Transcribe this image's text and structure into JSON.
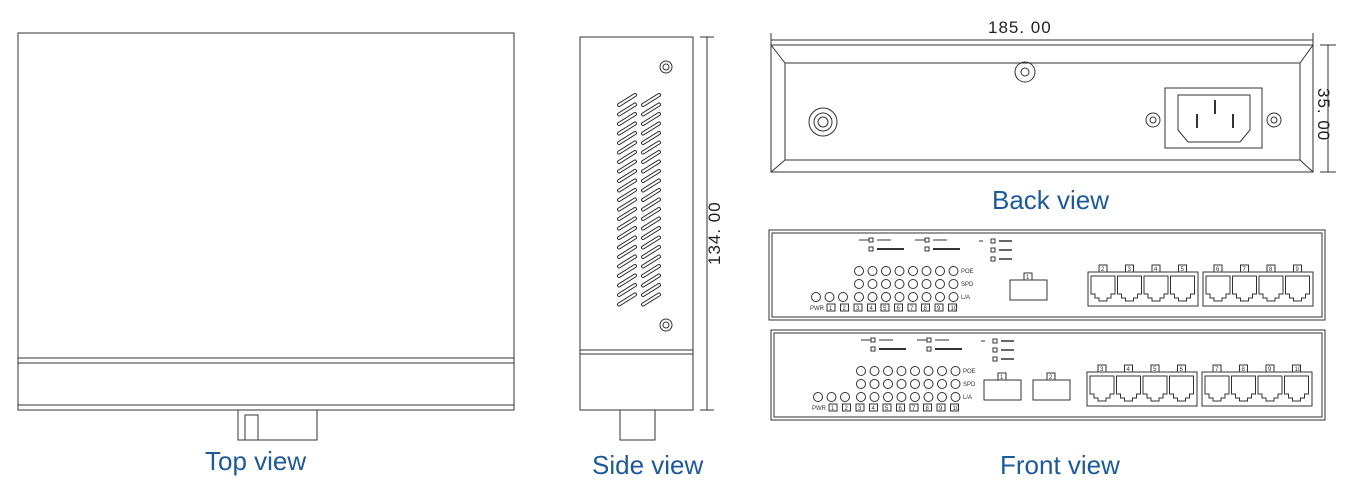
{
  "captions": {
    "top": "Top view",
    "side": "Side view",
    "back": "Back view",
    "front": "Front view"
  },
  "dimensions": {
    "width": "185. 00",
    "height": "35. 00",
    "depth": "134. 00"
  },
  "front_panel": {
    "led_rows": [
      "POE",
      "SPD",
      "L/A"
    ],
    "power_label": "PWR",
    "port_numbers": [
      "1",
      "2",
      "3",
      "4",
      "5",
      "6",
      "7",
      "8",
      "9",
      "10"
    ],
    "panel1": {
      "sfp": [
        "1"
      ],
      "rj45": [
        "2",
        "3",
        "4",
        "5",
        "6",
        "7",
        "8",
        "9"
      ]
    },
    "panel2": {
      "sfp": [
        "1",
        "2"
      ],
      "rj45": [
        "3",
        "4",
        "5",
        "6",
        "7",
        "8",
        "9",
        "10"
      ]
    }
  },
  "colors": {
    "caption": "#1d5a9a",
    "line": "#333333"
  }
}
